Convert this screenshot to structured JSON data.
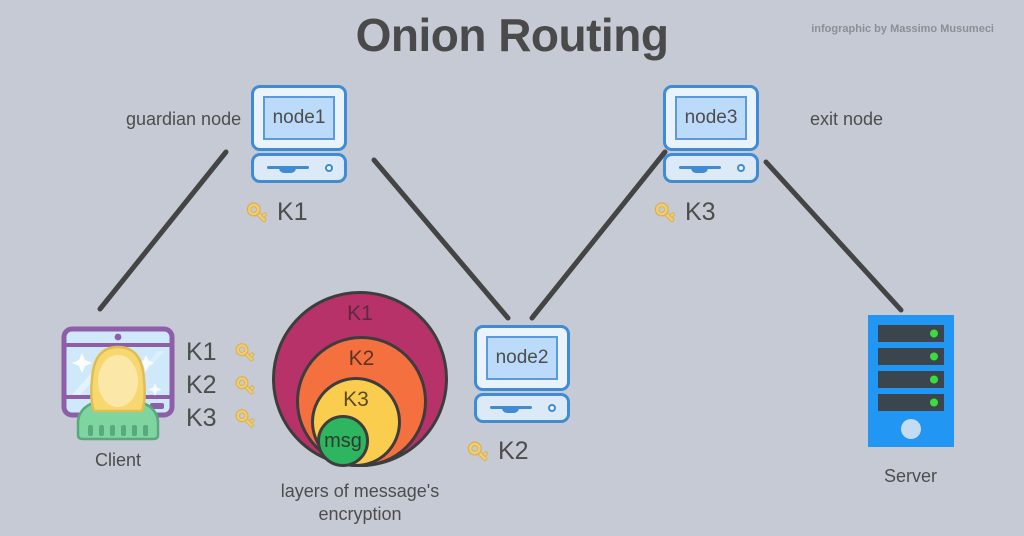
{
  "header": {
    "title": "Onion Routing",
    "credit": "infographic by Massimo Musumeci",
    "title_color": "#4a4a4a"
  },
  "background_color": "#c5cad4",
  "nodes": [
    {
      "id": "node1",
      "label": "node1",
      "role_label": "guardian node",
      "key_label": "K1"
    },
    {
      "id": "node2",
      "label": "node2",
      "role_label": "",
      "key_label": "K2"
    },
    {
      "id": "node3",
      "label": "node3",
      "role_label": "exit node",
      "key_label": "K3"
    }
  ],
  "client": {
    "caption": "Client",
    "keys": [
      {
        "label": "K1"
      },
      {
        "label": "K2"
      },
      {
        "label": "K3"
      }
    ]
  },
  "server": {
    "caption": "Server",
    "bay_count": 4,
    "led_color": "#3ddc3d",
    "body_color": "#2196f3"
  },
  "onion": {
    "caption_line1": "layers of message's",
    "caption_line2": "encryption",
    "layers": [
      {
        "label": "K1",
        "color": "#b8326a"
      },
      {
        "label": "K2",
        "color": "#f4703f"
      },
      {
        "label": "K3",
        "color": "#fbcd4e"
      },
      {
        "label": "msg",
        "color": "#2eb55f"
      }
    ]
  },
  "connections": [
    {
      "from": "client",
      "to": "node1"
    },
    {
      "from": "node1",
      "to": "node2"
    },
    {
      "from": "node2",
      "to": "node3"
    },
    {
      "from": "node3",
      "to": "server"
    }
  ],
  "colors": {
    "line": "#444444",
    "node_border": "#3f8cd4",
    "node_screen": "#bcdafa",
    "key": "#f2ce6e"
  }
}
